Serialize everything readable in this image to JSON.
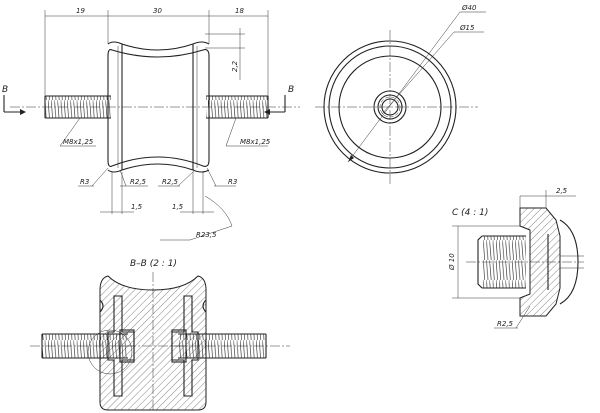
{
  "front_view": {
    "dims_top": [
      "19",
      "30",
      "18"
    ],
    "dim_groove_depth": "2,2",
    "section_mark_left": "B",
    "section_mark_right": "B",
    "thread_left": "M8x1,25",
    "thread_right": "M8x1,25",
    "radius_outer_left": "R3",
    "radius_inner_left": "R2,5",
    "radius_inner_right": "R2,5",
    "radius_outer_right": "R3",
    "dim_step_left": "1,5",
    "dim_step_right": "1,5",
    "radius_profile": "R23,5"
  },
  "side_view": {
    "dia_outer": "Ø40",
    "dia_inner": "Ø15"
  },
  "detail_c": {
    "title": "C (4 : 1)",
    "dim_width": "2,5",
    "dia": "Ø 10",
    "radius": "R2,5"
  },
  "section_bb": {
    "title": "B–B (2 : 1)"
  }
}
